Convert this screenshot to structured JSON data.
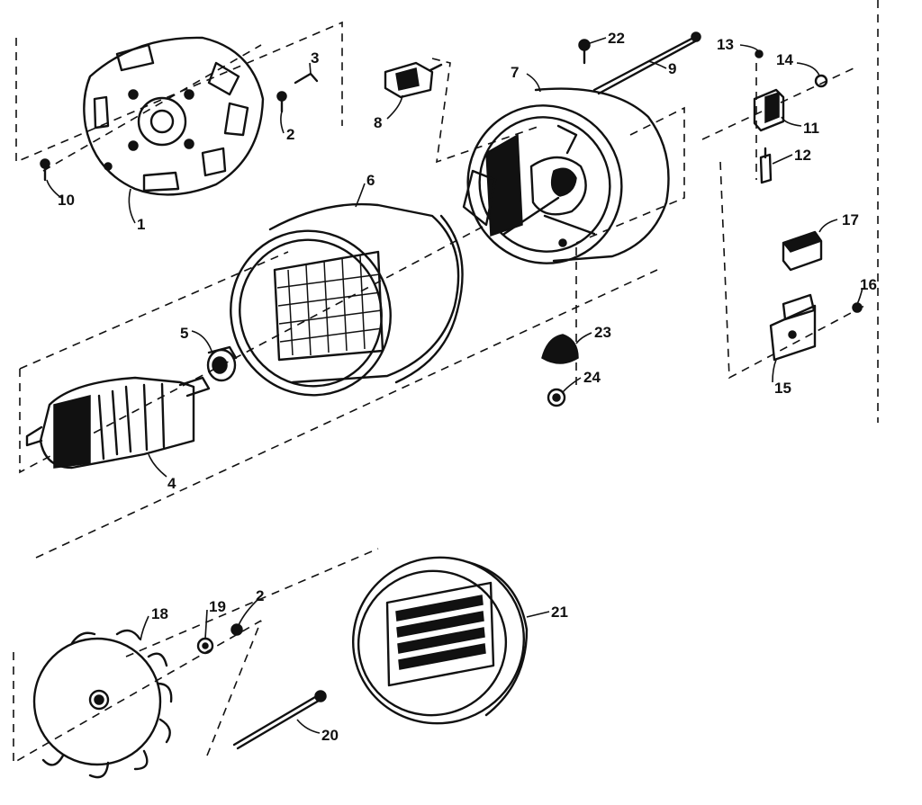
{
  "diagram": {
    "callouts": [
      "1",
      "2",
      "3",
      "4",
      "5",
      "6",
      "7",
      "8",
      "9",
      "10",
      "11",
      "12",
      "13",
      "14",
      "15",
      "16",
      "17",
      "18",
      "19",
      "2",
      "20",
      "21",
      "22",
      "23",
      "24"
    ]
  }
}
